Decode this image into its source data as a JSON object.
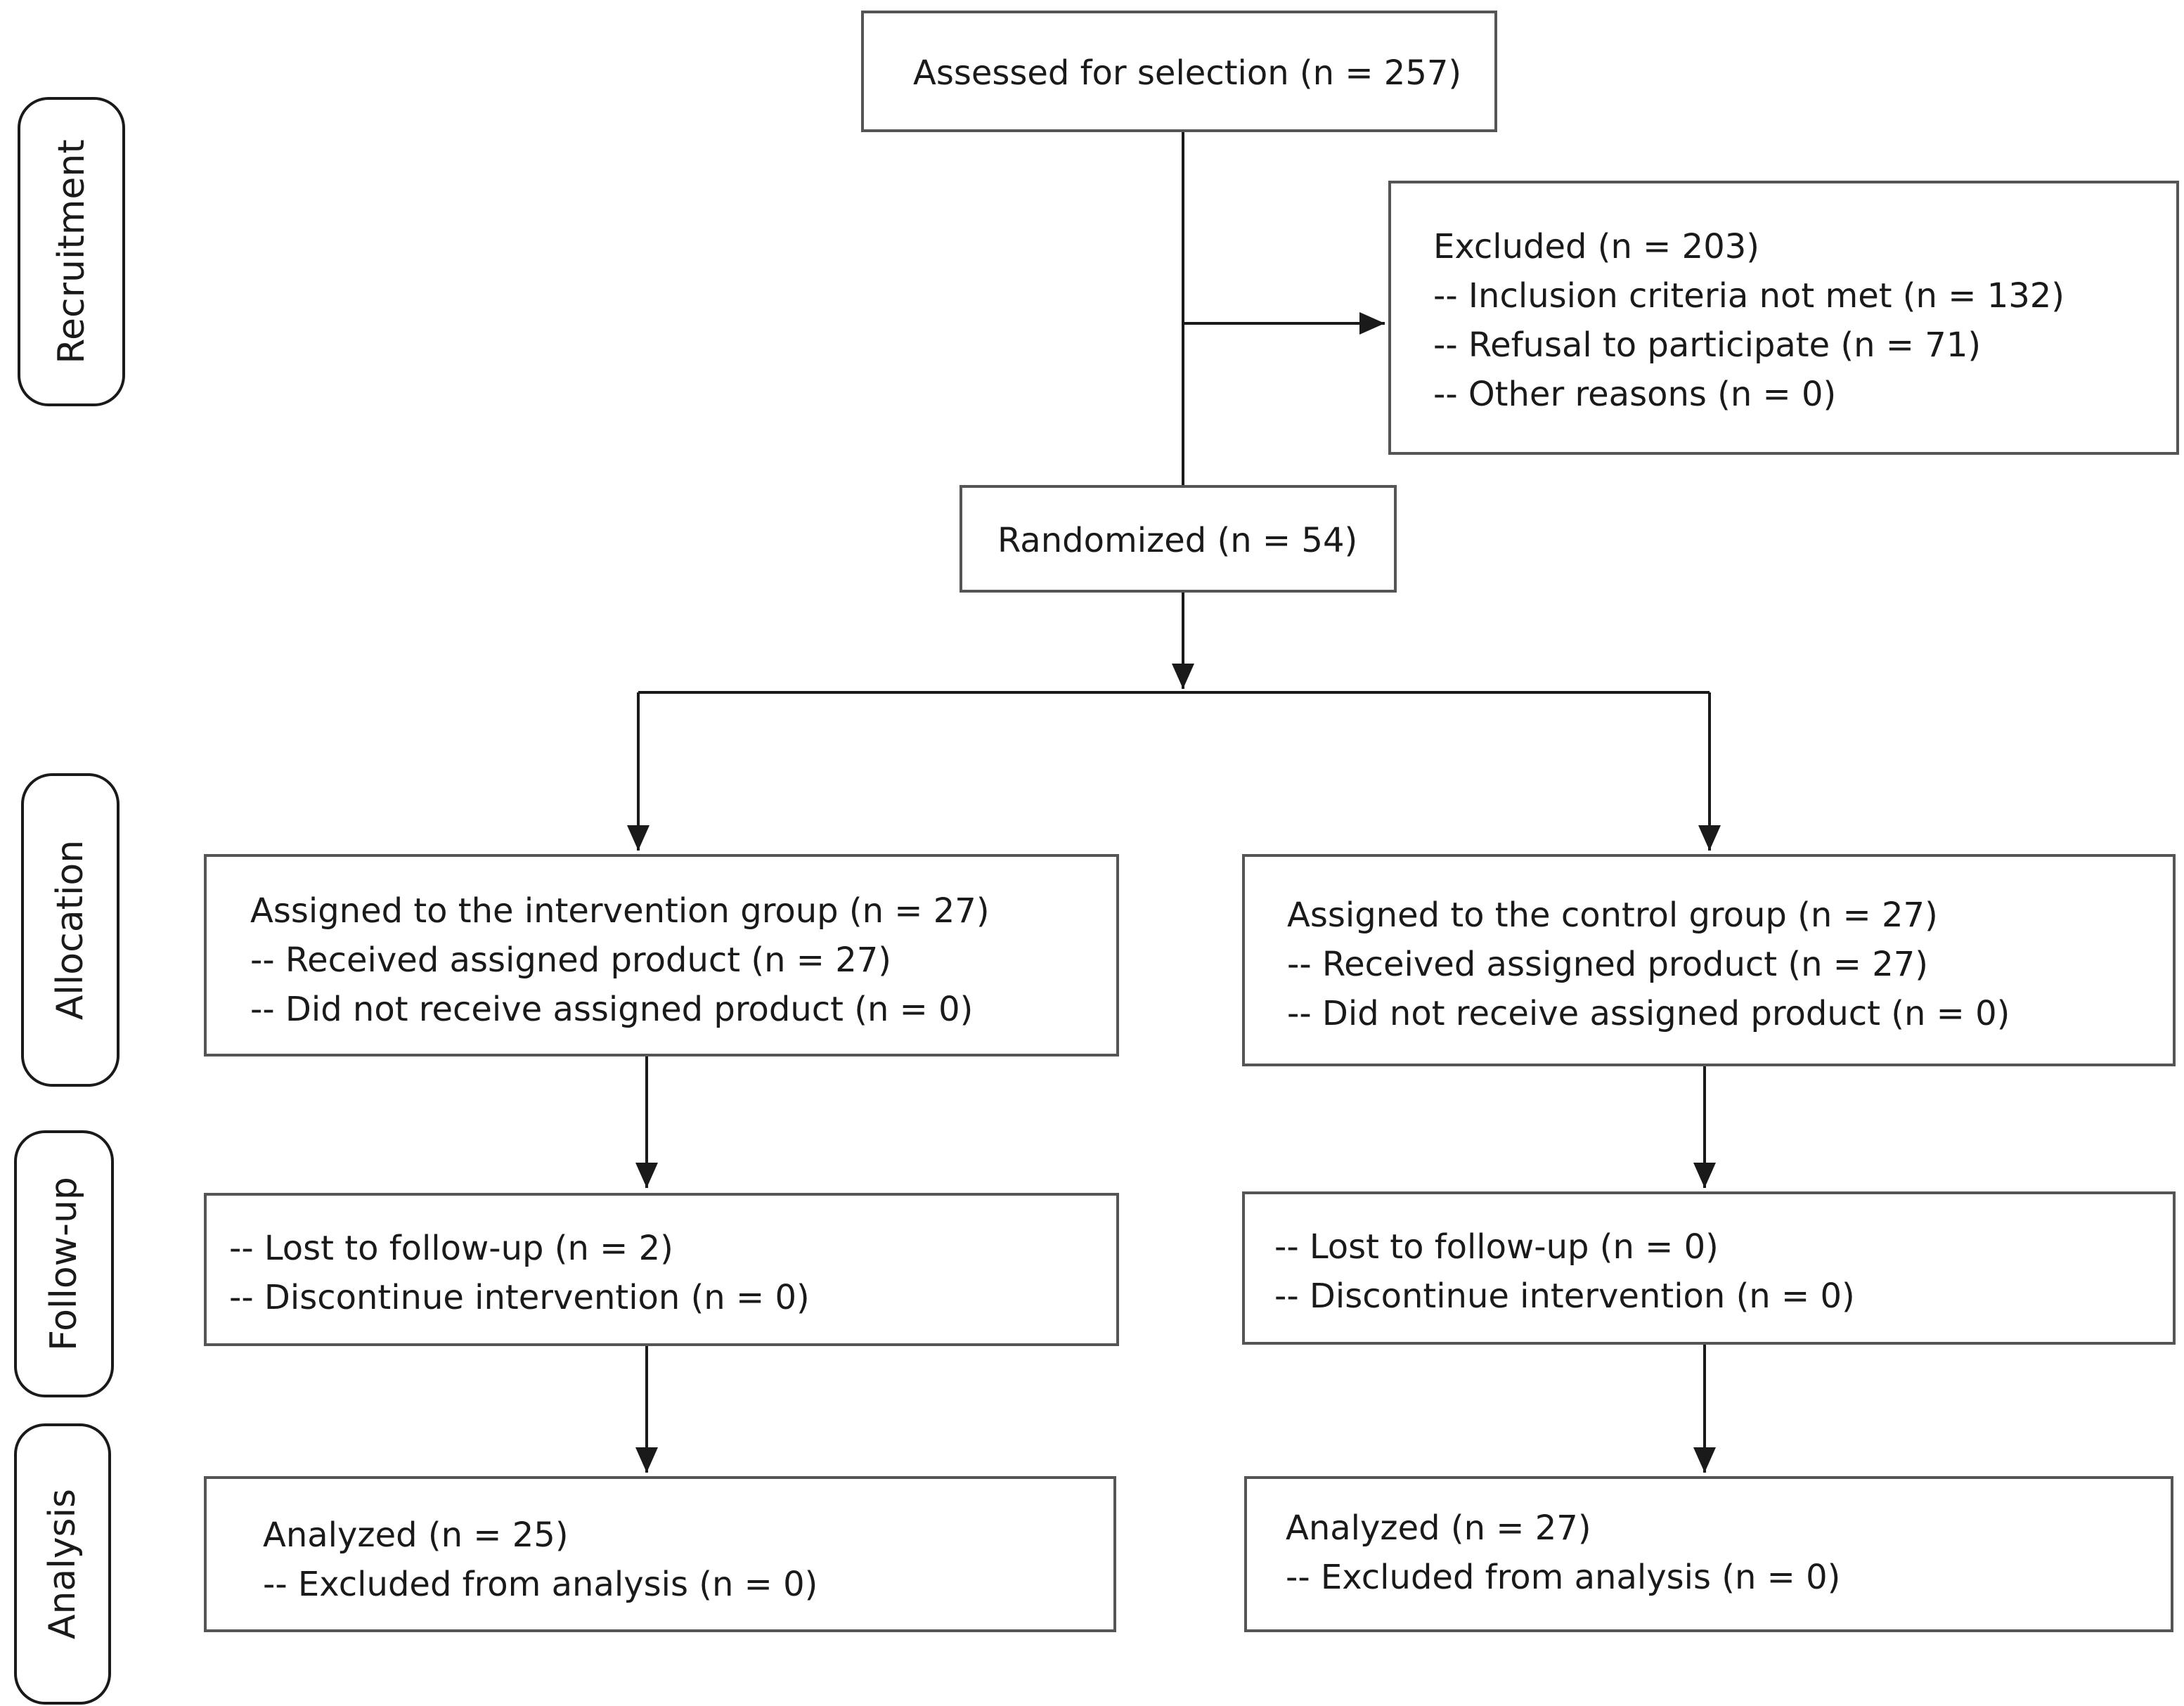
{
  "phases": {
    "recruitment": "Recruitment",
    "allocation": "Allocation",
    "followup": "Follow-up",
    "analysis": "Analysis"
  },
  "assessed": "Assessed for selection (n = 257)",
  "excluded": {
    "title": "Excluded (n = 203)",
    "items": [
      "-- Inclusion criteria not met (n = 132)",
      "-- Refusal to participate (n = 71)",
      "-- Other reasons (n = 0)"
    ]
  },
  "randomized": "Randomized (n = 54)",
  "intervention": {
    "allocation": {
      "title": "Assigned to the intervention group (n = 27)",
      "items": [
        "-- Received assigned product (n = 27)",
        "-- Did not receive assigned product (n = 0)"
      ]
    },
    "followup": [
      "-- Lost to follow-up (n = 2)",
      "-- Discontinue intervention (n = 0)"
    ],
    "analysis": {
      "title": "Analyzed (n = 25)",
      "items": [
        "-- Excluded from analysis (n = 0)"
      ]
    }
  },
  "control": {
    "allocation": {
      "title": "Assigned to the control group (n = 27)",
      "items": [
        "-- Received assigned product (n = 27)",
        "-- Did not receive assigned product (n = 0)"
      ]
    },
    "followup": [
      "-- Lost to follow-up (n = 0)",
      "-- Discontinue intervention (n = 0)"
    ],
    "analysis": {
      "title": "Analyzed (n = 27)",
      "items": [
        "-- Excluded from analysis (n = 0)"
      ]
    }
  }
}
